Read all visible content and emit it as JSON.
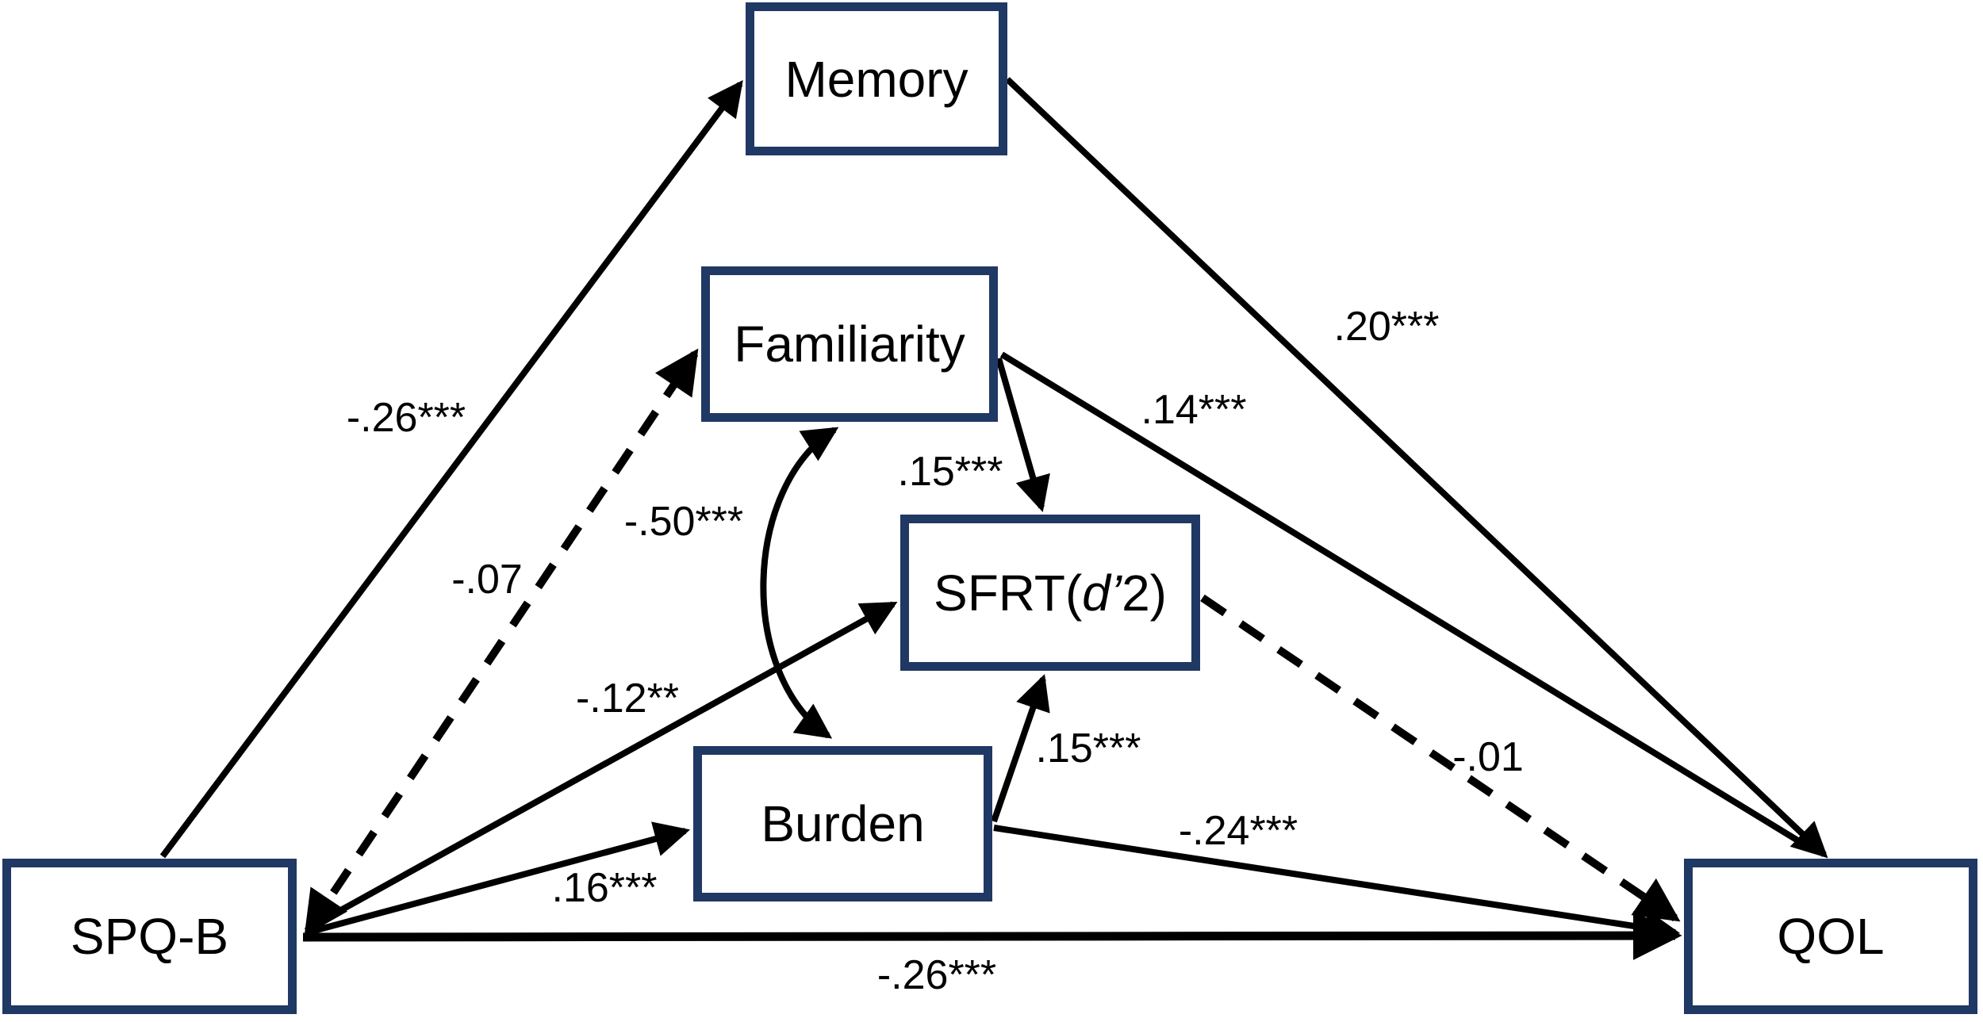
{
  "figure": {
    "background_color": "#ffffff",
    "box_border_color": "#1f3864",
    "arrow_color": "#000000",
    "text_color": "#000000",
    "nodes": {
      "memory": {
        "label": "Memory"
      },
      "familiarity": {
        "label": "Familiarity"
      },
      "sfrt": {
        "label_prefix": "SFRT(",
        "label_italic": "d’",
        "label_suffix": "2)"
      },
      "burden": {
        "label": "Burden"
      },
      "spqb": {
        "label": "SPQ-B"
      },
      "qol": {
        "label": "QOL"
      }
    },
    "coefficients": {
      "spqb_memory": "-.26***",
      "memory_qol": ".20***",
      "spqb_familiarity": "-.07",
      "familiarity_burden": "-.50***",
      "familiarity_sfrt": ".15***",
      "familiarity_qol": ".14***",
      "spqb_sfrt": "-.12**",
      "spqb_burden": ".16***",
      "burden_sfrt": ".15***",
      "burden_qol": "-.24***",
      "sfrt_qol": "-.01",
      "spqb_qol": "-.26***"
    }
  }
}
